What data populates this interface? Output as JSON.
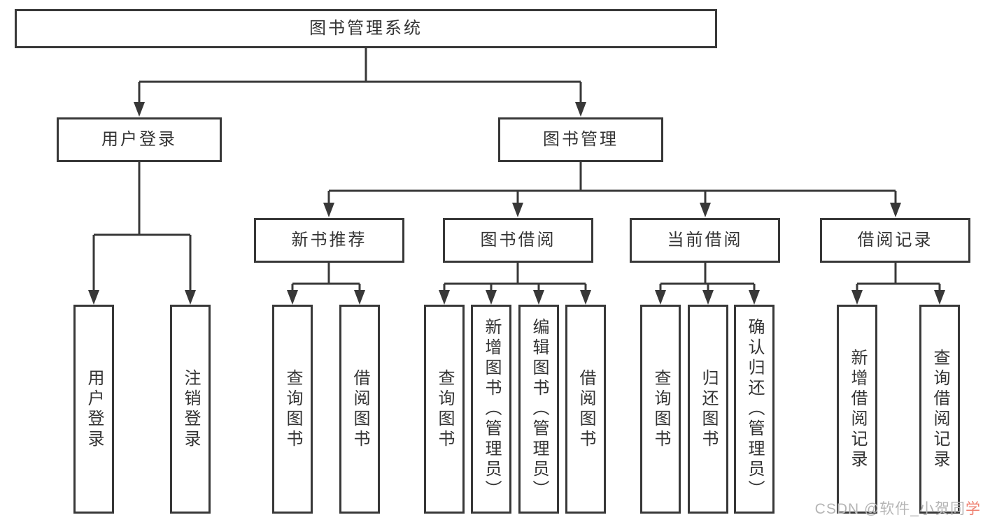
{
  "diagram": {
    "root": {
      "label": "图书管理系统"
    },
    "user_login": {
      "label": "用户登录",
      "children": [
        {
          "label": "用户登录"
        },
        {
          "label": "注销登录"
        }
      ]
    },
    "book_management": {
      "label": "图书管理",
      "sections": [
        {
          "label": "新书推荐",
          "children": [
            {
              "label": "查询图书"
            },
            {
              "label": "借阅图书"
            }
          ]
        },
        {
          "label": "图书借阅",
          "children": [
            {
              "label": "查询图书"
            },
            {
              "label": "新增图书（管理员）"
            },
            {
              "label": "编辑图书（管理员）"
            },
            {
              "label": "借阅图书"
            }
          ]
        },
        {
          "label": "当前借阅",
          "children": [
            {
              "label": "查询图书"
            },
            {
              "label": "归还图书"
            },
            {
              "label": "确认归还（管理员）"
            }
          ]
        },
        {
          "label": "借阅记录",
          "children": [
            {
              "label": "新增借阅记录"
            },
            {
              "label": "查询借阅记录"
            }
          ]
        }
      ]
    }
  },
  "watermark": {
    "text_gray": "CSDN @软件_小贺同",
    "text_red": "学"
  },
  "colors": {
    "line": "#383838",
    "text": "#333333",
    "background": "#ffffff",
    "watermark_gray": "#b5b5b5",
    "watermark_red": "#ef8070"
  }
}
